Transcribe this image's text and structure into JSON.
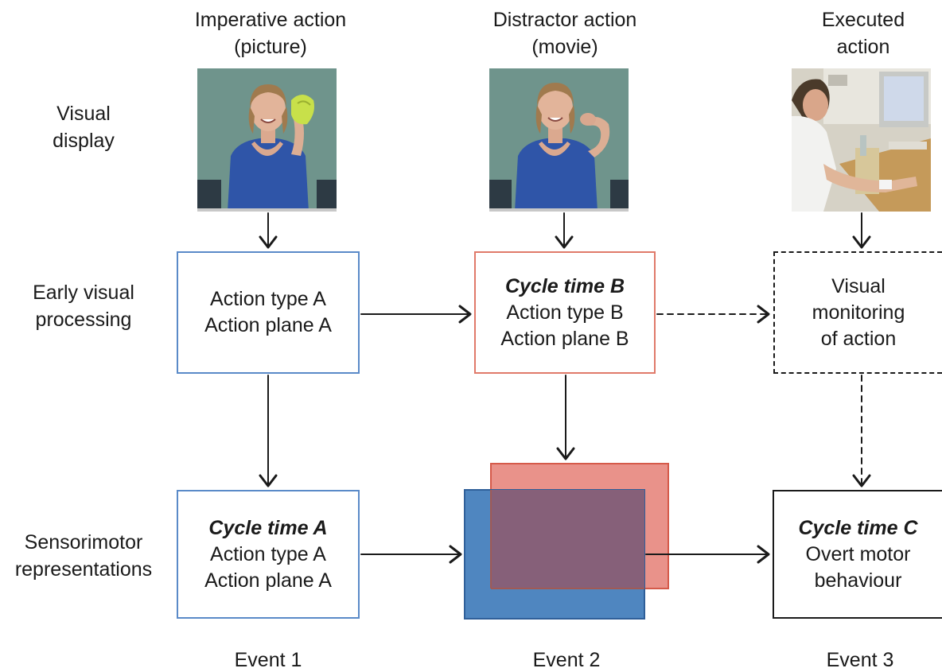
{
  "columns": [
    {
      "title_line1": "Imperative action",
      "title_line2": "(picture)",
      "event": "Event 1"
    },
    {
      "title_line1": "Distractor action",
      "title_line2": "(movie)",
      "event": "Event 2"
    },
    {
      "title_line1": "Executed",
      "title_line2": "action",
      "event": "Event 3"
    }
  ],
  "rows": [
    {
      "line1": "Visual",
      "line2": "display"
    },
    {
      "line1": "Early visual",
      "line2": "processing"
    },
    {
      "line1": "Sensorimotor",
      "line2": "representations"
    }
  ],
  "boxes": {
    "early_a": {
      "line1": "Action type A",
      "line2": "Action plane A"
    },
    "early_b": {
      "title": "Cycle time B",
      "line1": "Action type B",
      "line2": "Action plane B"
    },
    "early_c": {
      "line1": "Visual",
      "line2": "monitoring",
      "line3": "of action"
    },
    "sensori_a": {
      "title": "Cycle time A",
      "line1": "Action type A",
      "line2": "Action plane A"
    },
    "sensori_c": {
      "title": "Cycle time C",
      "line1": "Overt motor",
      "line2": "behaviour"
    }
  },
  "photos": [
    "woman-holding-yellow-object-photo",
    "woman-gesturing-photo",
    "participant-at-desk-photo"
  ],
  "colors": {
    "blue": "#5a8ac8",
    "red": "#e07a6a",
    "blue_fill": "#4f86c0",
    "red_fill": "#e9928a",
    "overlap_fill": "#866079",
    "black": "#1a1a1a"
  }
}
